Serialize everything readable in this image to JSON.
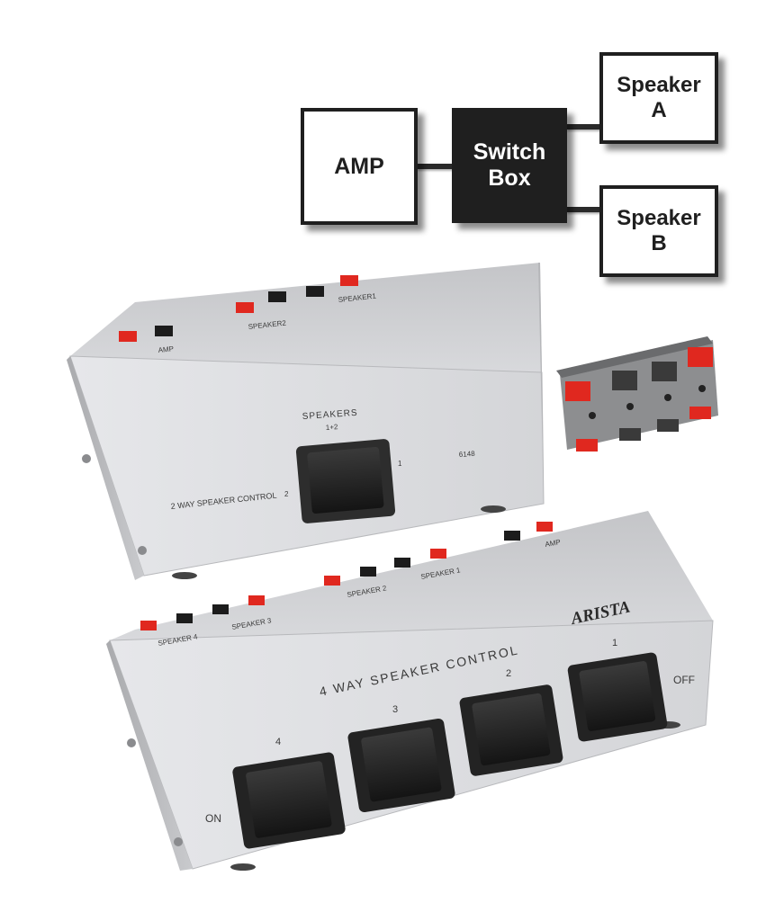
{
  "diagram": {
    "amp": "AMP",
    "switch_line1": "Switch",
    "switch_line2": "Box",
    "speaker_a_line1": "Speaker",
    "speaker_a_line2": "A",
    "speaker_b_line1": "Speaker",
    "speaker_b_line2": "B"
  },
  "two_way_box": {
    "terminal_amp": "AMP",
    "terminal_speaker2": "SPEAKER2",
    "terminal_speaker1": "SPEAKER1",
    "switch_title": "SPEAKERS",
    "switch_pos_both": "1+2",
    "switch_pos_1": "1",
    "switch_pos_2": "2",
    "front_label": "2 WAY SPEAKER CONTROL",
    "model": "6148"
  },
  "four_way_box": {
    "brand": "ARISTA",
    "front_label": "4 WAY SPEAKER CONTROL",
    "terminal_speaker4": "SPEAKER 4",
    "terminal_speaker3": "SPEAKER 3",
    "terminal_speaker2": "SPEAKER 2",
    "terminal_speaker1": "SPEAKER 1",
    "terminal_amp": "AMP",
    "num_4": "4",
    "num_3": "3",
    "num_2": "2",
    "num_1": "1",
    "on_label": "ON",
    "off_label": "OFF"
  },
  "colors": {
    "terminal_red": "#e0281f",
    "terminal_black": "#1c1c1c",
    "panel_light": "#dcdde0",
    "panel_top": "#c9cacd"
  }
}
